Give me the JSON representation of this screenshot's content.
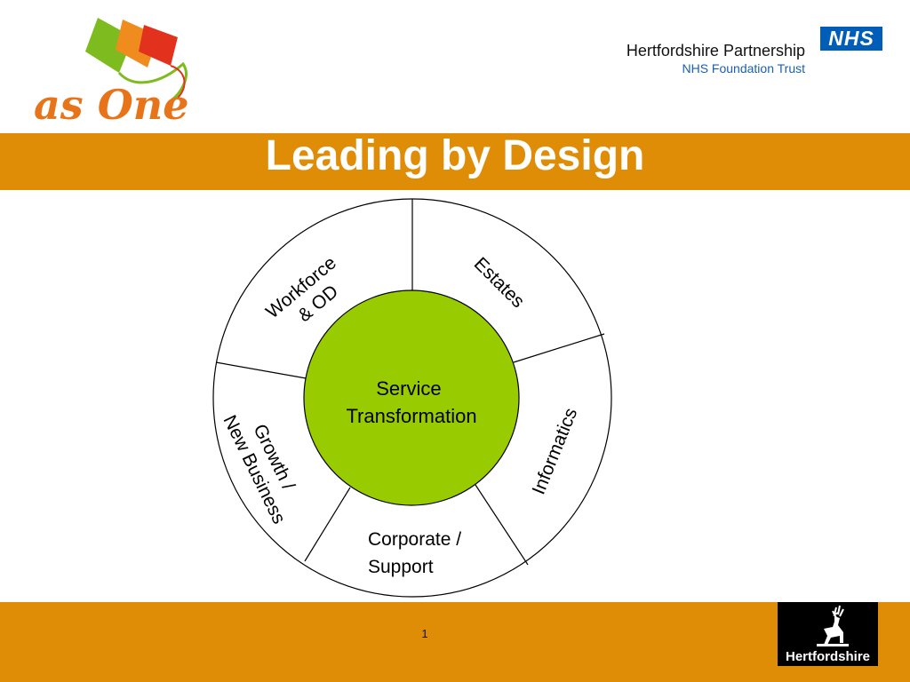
{
  "header": {
    "logo_text": "as One",
    "org_name": "Hertfordshire Partnership",
    "org_sub": "NHS Foundation Trust",
    "nhs_badge": "NHS"
  },
  "title": "Leading by Design",
  "diagram": {
    "center": [
      "Service",
      "Transformation"
    ],
    "segments": [
      {
        "id": "workforce",
        "lines": [
          "Workforce",
          "& OD"
        ]
      },
      {
        "id": "estates",
        "lines": [
          "Estates"
        ]
      },
      {
        "id": "informatics",
        "lines": [
          "Informatics"
        ]
      },
      {
        "id": "corporate",
        "lines": [
          "Corporate /",
          "Support"
        ]
      },
      {
        "id": "growth",
        "lines": [
          "Growth /",
          "New Business"
        ]
      }
    ],
    "colors": {
      "center_fill": "#99cc00",
      "outline": "#000000"
    }
  },
  "footer": {
    "page_number": "1",
    "county_logo_text": "Hertfordshire"
  },
  "colors": {
    "band": "#df8c06",
    "nhs_blue": "#005eb8",
    "subtitle_blue": "#1a5fb4"
  }
}
